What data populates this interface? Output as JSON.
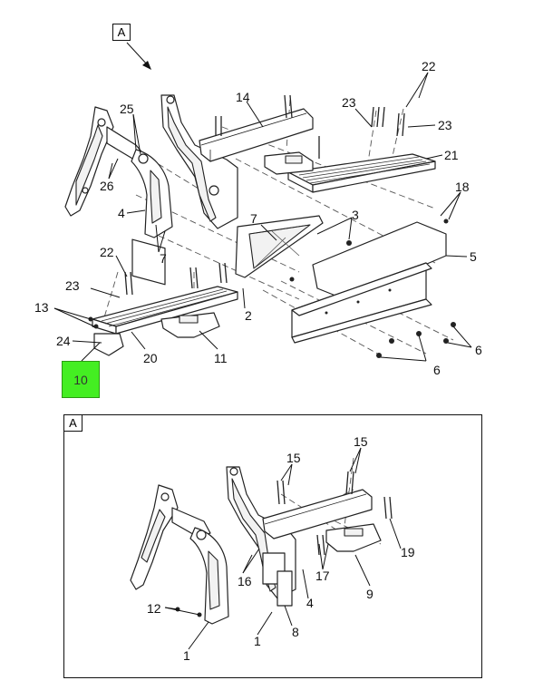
{
  "view_marker": "A",
  "highlight": {
    "label": "10",
    "color": "#44ee22"
  },
  "detail": {
    "marker": "A"
  },
  "callouts_main": [
    "25",
    "14",
    "23",
    "22",
    "23",
    "21",
    "26",
    "4",
    "7",
    "3",
    "18",
    "7",
    "5",
    "22",
    "23",
    "13",
    "2",
    "24",
    "20",
    "11",
    "6",
    "6"
  ],
  "callouts_detail": [
    "15",
    "15",
    "16",
    "17",
    "19",
    "12",
    "4",
    "9",
    "1",
    "8",
    "1"
  ]
}
